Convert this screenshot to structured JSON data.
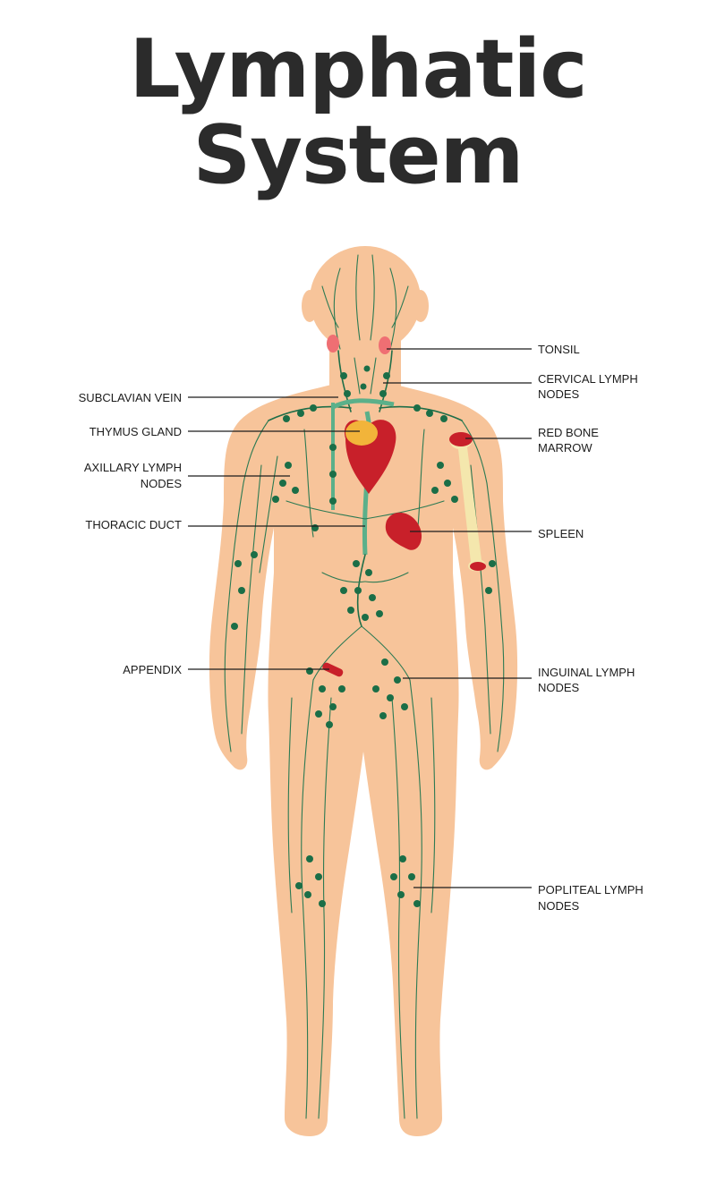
{
  "title": {
    "line1": "Lymphatic",
    "line2": "System"
  },
  "labels": {
    "tonsil": "TONSIL",
    "cervical_1": "CERVICAL LYMPH",
    "cervical_2": "NODES",
    "red_bone_1": "RED BONE",
    "red_bone_2": "MARROW",
    "spleen": "SPLEEN",
    "inguinal_1": "INGUINAL LYMPH",
    "inguinal_2": "NODES",
    "popliteal_1": "POPLITEAL LYMPH",
    "popliteal_2": "NODES",
    "subclavian": "SUBCLAVIAN VEIN",
    "thymus": "THYMUS GLAND",
    "axillary_1": "AXILLARY LYMPH",
    "axillary_2": "NODES",
    "thoracic": "THORACIC DUCT",
    "appendix": "APPENDIX"
  },
  "colors": {
    "skin": "#f7c49a",
    "lymph": "#1b6e47",
    "duct": "#5bb08a",
    "organ_red": "#c8202a",
    "tonsil": "#ef6f73",
    "thymus": "#f2b43a",
    "bone": "#f4e7ad",
    "title": "#2b2b2b"
  }
}
